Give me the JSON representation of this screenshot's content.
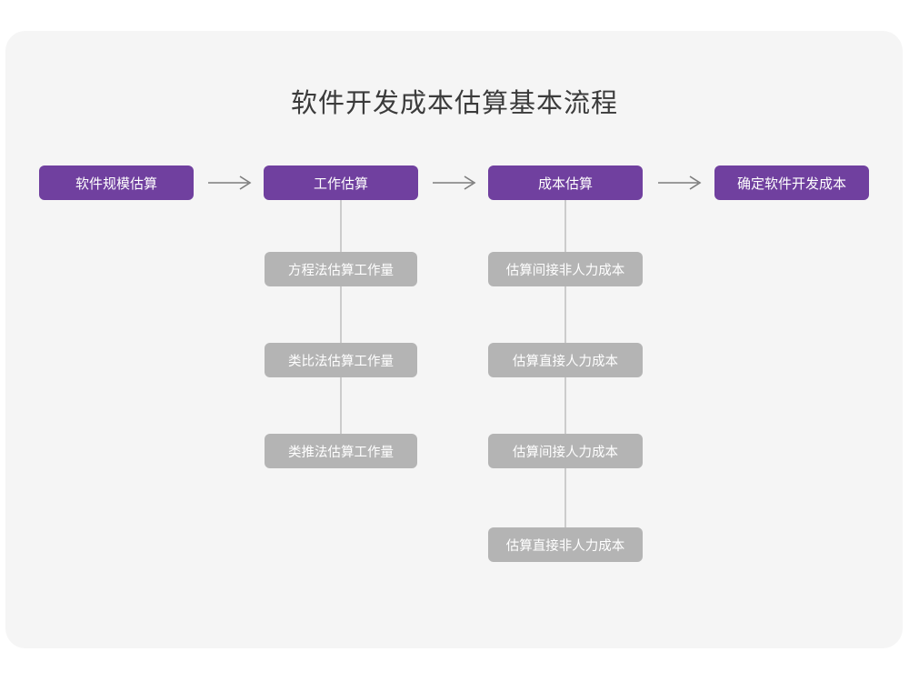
{
  "title": "软件开发成本估算基本流程",
  "colors": {
    "accent": "#70409f",
    "secondary": "#b4b4b4",
    "card_bg": "#f5f5f5",
    "page_bg": "#ffffff",
    "connector": "#cccccc",
    "title_text": "#3b3b3b"
  },
  "flow": {
    "main_steps": [
      {
        "label": "软件规模估算"
      },
      {
        "label": "工作估算"
      },
      {
        "label": "成本估算"
      },
      {
        "label": "确定软件开发成本"
      }
    ],
    "connectors": [
      {
        "name": "arrow-1",
        "glyph": "arrow-right-icon"
      },
      {
        "name": "arrow-2",
        "glyph": "arrow-right-icon"
      },
      {
        "name": "arrow-3",
        "glyph": "arrow-right-icon"
      }
    ],
    "work_estimation_methods": [
      {
        "label": "方程法估算工作量"
      },
      {
        "label": "类比法估算工作量"
      },
      {
        "label": "类推法估算工作量"
      }
    ],
    "cost_estimation_items": [
      {
        "label": "估算间接非人力成本"
      },
      {
        "label": "估算直接人力成本"
      },
      {
        "label": "估算间接人力成本"
      },
      {
        "label": "估算直接非人力成本"
      }
    ]
  }
}
